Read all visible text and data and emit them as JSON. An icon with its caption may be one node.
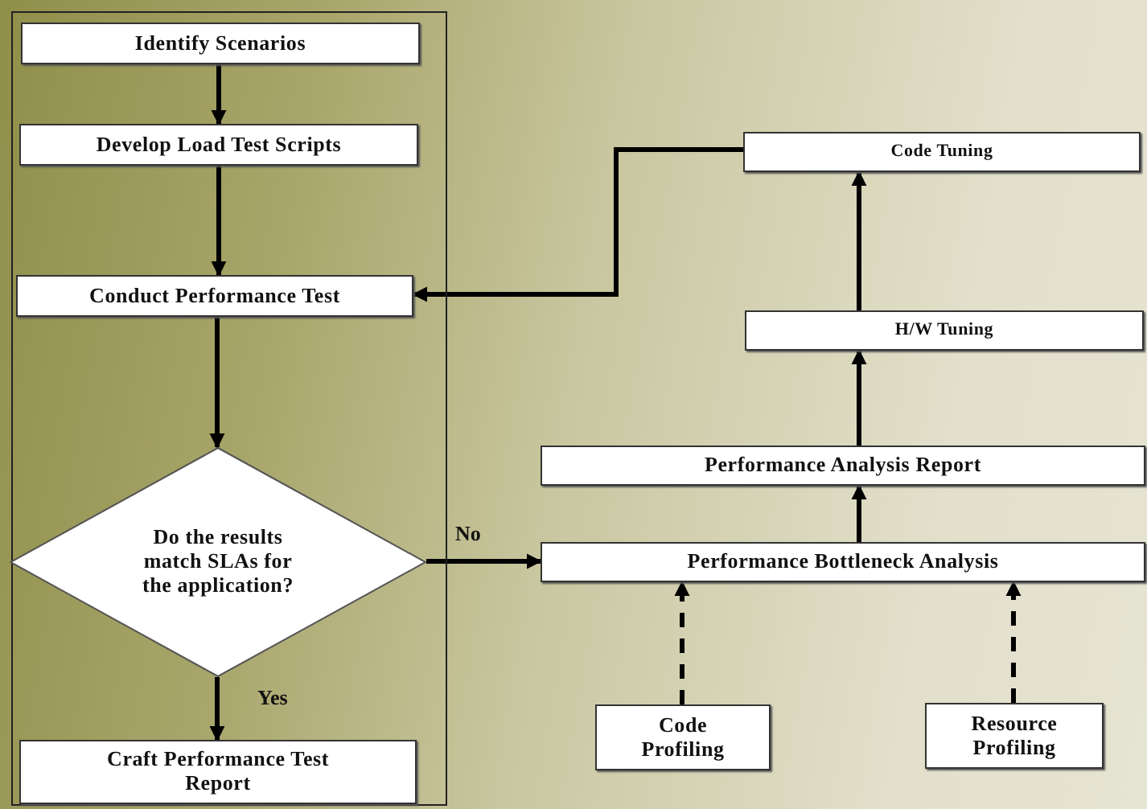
{
  "diagram": {
    "nodes": [
      {
        "text": [],
        "shape": "box"
      },
      {
        "text": [
          "Identify Scenarios"
        ],
        "in": 0
      },
      {
        "text": [
          "Develop Load Test Scripts"
        ],
        "in": 0
      },
      {
        "text": [
          "Conduct Performance Test"
        ],
        "in": 0
      },
      {
        "text": [
          "Do the results match SLAs for the application?"
        ],
        "in": 0
      },
      {
        "text": [
          "Craft Performance Test Report"
        ],
        "in": 0
      },
      {
        "text": [
          "Code Tuning"
        ]
      },
      {
        "text": [
          "H/W Tuning"
        ]
      },
      {
        "text": [
          "Performance Analysis Report"
        ]
      },
      {
        "text": [
          "Performance Bottleneck Analysis"
        ]
      },
      {
        "text": [
          "Code Profiling"
        ]
      },
      {
        "text": [
          "Resource Profiling"
        ]
      }
    ],
    "edges": [
      {
        "from": 1,
        "to": 2,
        "arrow": "to"
      },
      {
        "from": 2,
        "to": 3,
        "arrow": "to"
      },
      {
        "from": 3,
        "to": 4,
        "arrow": "to"
      },
      {
        "from": 4,
        "to": 5,
        "arrow": "to",
        "label": "Yes"
      },
      {
        "from": 4,
        "to": 9,
        "arrow": "to",
        "label": "No"
      },
      {
        "from": 9,
        "to": 8,
        "arrow": "to"
      },
      {
        "from": 8,
        "to": 7,
        "arrow": "to"
      },
      {
        "from": 7,
        "to": 6,
        "arrow": "to"
      },
      {
        "from": 6,
        "to": 3,
        "arrow": "to"
      },
      {
        "from": 10,
        "to": 9,
        "arrow": "to",
        "style": "dashed"
      },
      {
        "from": 11,
        "to": 9,
        "arrow": "to",
        "style": "dashed"
      }
    ]
  }
}
